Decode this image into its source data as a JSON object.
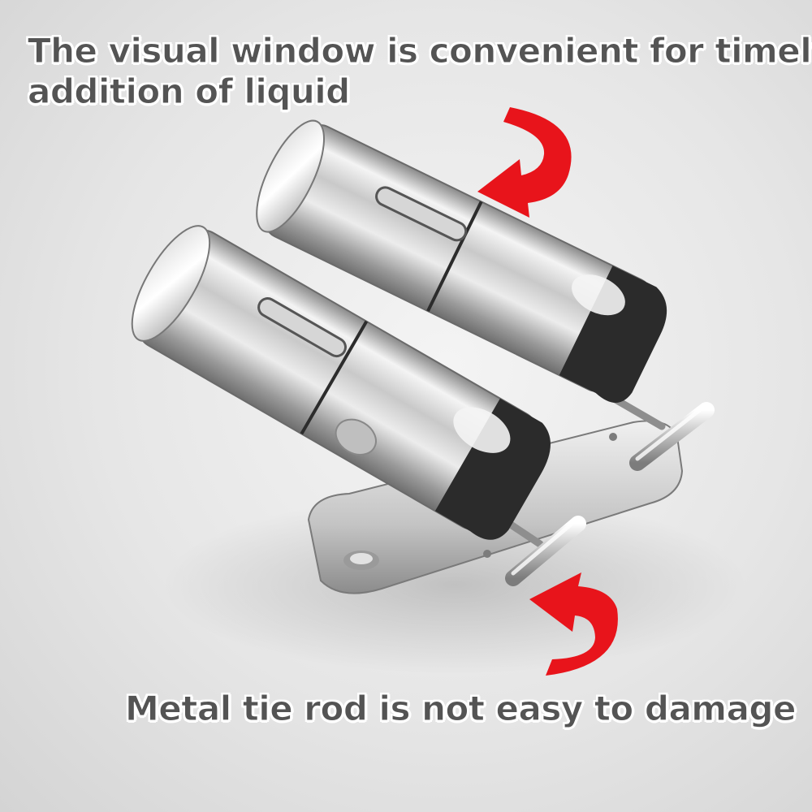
{
  "captions": {
    "top_line1": "The visual window is convenient for timely",
    "top_line2": "addition of liquid",
    "bottom": "Metal tie rod is not easy to damage"
  },
  "colors": {
    "caption_text": "#545454",
    "arrow": "#e8141b",
    "steel_light": "#f2f2f2",
    "steel_dark": "#7a7a7a",
    "nozzle": "#2a2a2a"
  },
  "icons": {
    "top_arrow": "curved-arrow-down-left-icon",
    "bottom_arrow": "curved-arrow-up-left-icon"
  }
}
